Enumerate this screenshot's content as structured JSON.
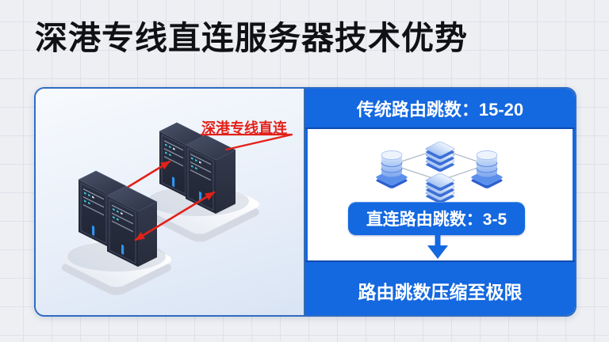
{
  "title": "深港专线直连服务器技术优势",
  "left_panel": {
    "connection_label": "深港专线直连",
    "illustration_icons": [
      "server-cluster-front-left",
      "server-cluster-back-right",
      "direct-connect-arrows"
    ]
  },
  "right_panel": {
    "traditional_hops": "传统路由跳数：15-20",
    "direct_hops": "直连路由跳数：3-5",
    "conclusion": "路由跳数压缩至极限",
    "diagram_nodes": [
      "database-left",
      "layer-stack-top",
      "database-right",
      "layer-stack-bottom"
    ]
  },
  "colors": {
    "panel_blue": "#1468e0",
    "accent_red": "#e32119",
    "card_border": "#2f6cc2",
    "page_background": "#edeff3"
  }
}
